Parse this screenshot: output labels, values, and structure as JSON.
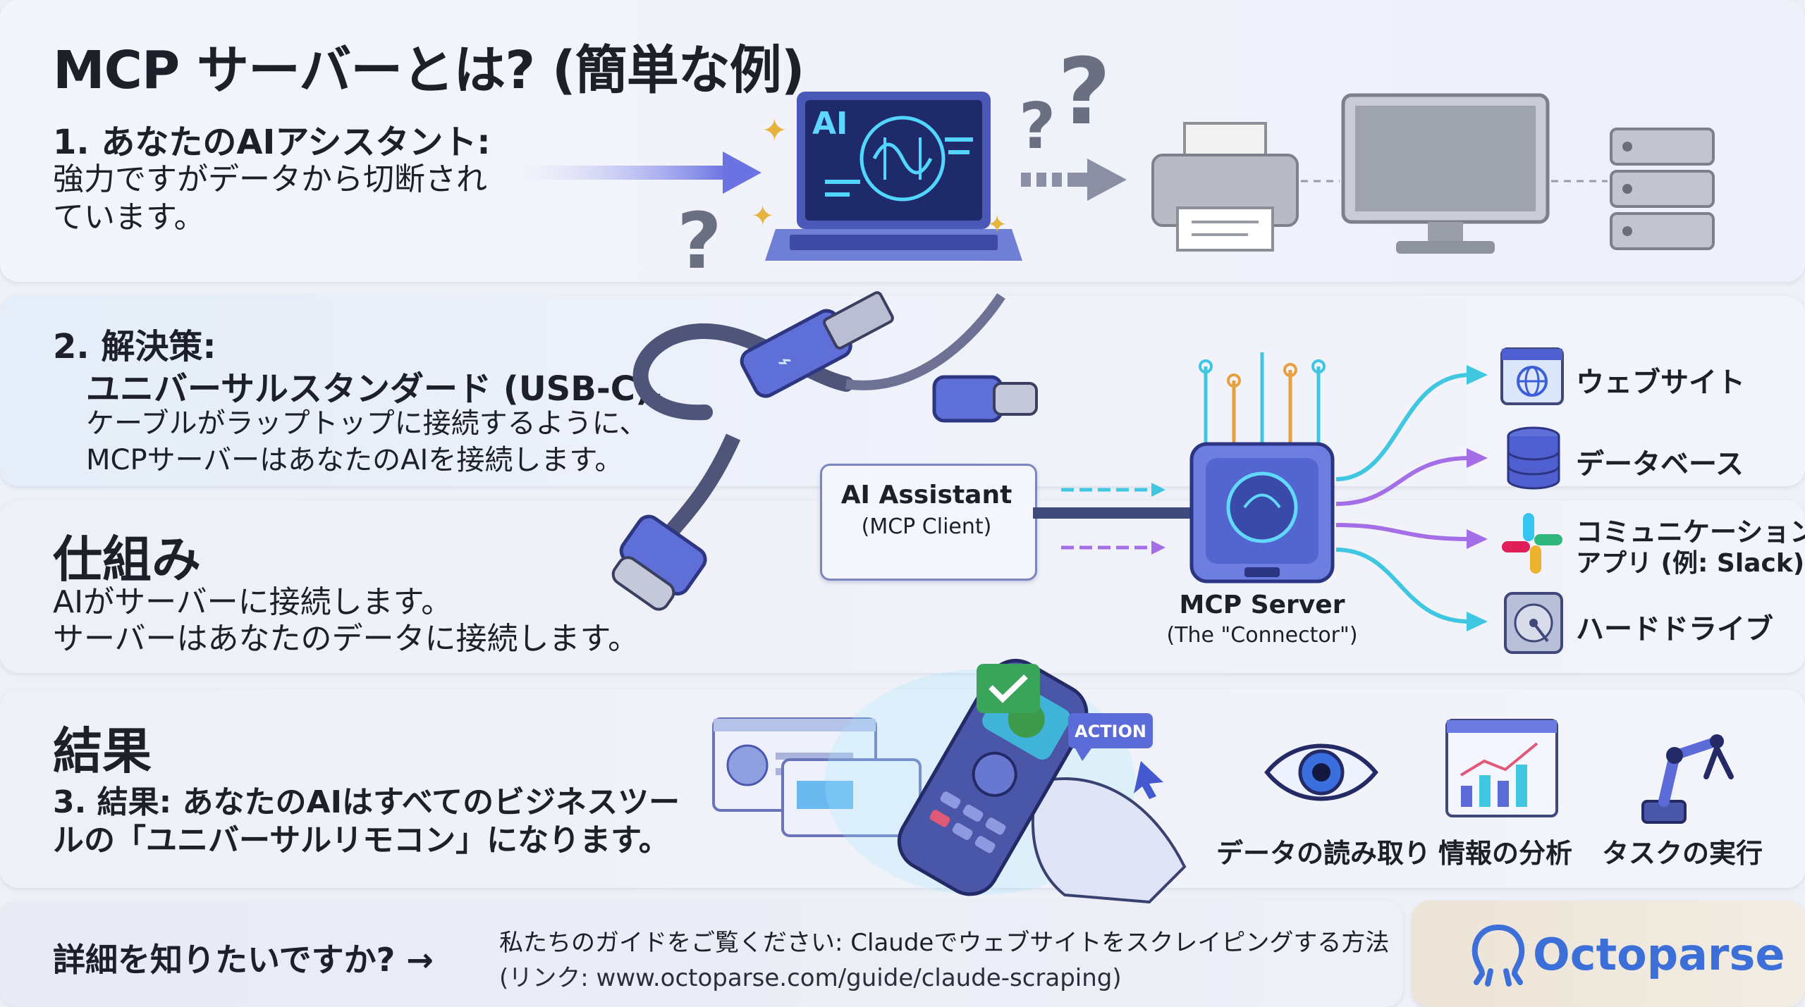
{
  "title": "MCP サーバーとは? (簡単な例)",
  "section1": {
    "heading": "1. あなたのAIアシスタント:",
    "lines": [
      "強力ですがデータから切断され",
      "ています。"
    ],
    "laptop_label": "AI"
  },
  "section2": {
    "heading": "2. 解決策:",
    "subheading": "ユニバーサルスタンダード (USB-C).",
    "lines": [
      "ケーブルがラップトップに接続するように、",
      "MCPサーバーはあなたのAIを接続します。"
    ]
  },
  "mechanism": {
    "heading": "仕組み",
    "lines": [
      "AIがサーバーに接続します。",
      "サーバーはあなたのデータに接続します。"
    ],
    "client_title": "AI Assistant",
    "client_sub": "(MCP Client)",
    "server_title": "MCP Server",
    "server_sub": "(The \"Connector\")",
    "targets": [
      {
        "label": "ウェブサイト",
        "icon": "globe-icon"
      },
      {
        "label": "データベース",
        "icon": "database-icon"
      },
      {
        "label1": "コミュニケーション",
        "label2": "アプリ (例: Slack)",
        "icon": "slack-icon"
      },
      {
        "label": "ハードドライブ",
        "icon": "hard-drive-icon"
      }
    ]
  },
  "result": {
    "heading": "結果",
    "lines": [
      "3. 結果: あなたのAIはすべてのビジネスツー",
      "ルの「ユニバーサルリモコン」になります。"
    ],
    "action_badge": "ACTION",
    "capabilities": [
      "データの読み取り",
      "情報の分析",
      "タスクの実行"
    ]
  },
  "footer": {
    "question": "詳細を知りたいですか? →",
    "guide": "私たちのガイドをご覧ください: Claudeでウェブサイトをスクレイピングする方法",
    "link": "(リンク: www.octoparse.com/guide/claude-scraping)",
    "brand": "Octoparse"
  },
  "colors": {
    "accent": "#5b6bd8",
    "cyan": "#35c8e8",
    "purple": "#a46ee6",
    "dark_text": "#1d1f29"
  }
}
